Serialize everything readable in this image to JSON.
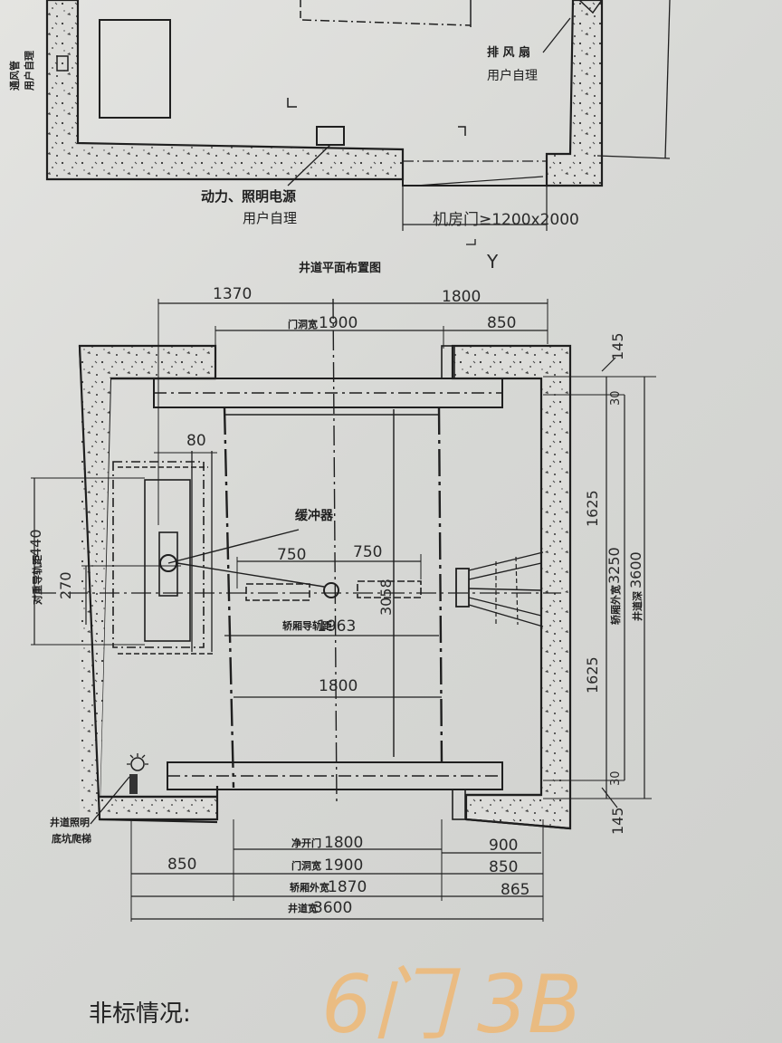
{
  "top_plan": {
    "exhaust_fan": "排 风 扇",
    "exhaust_fan_note": "用户自理",
    "left_note": "通风管",
    "left_note2": "用户自理",
    "power_supply": "动力、照明电源",
    "power_supply_note": "用户自理",
    "machine_room_door": "机房门≥1200x2000",
    "y_marker": "Y"
  },
  "hoistway_plan": {
    "title": "井道平面布置图",
    "dims_top": {
      "left": "1370",
      "right": "1800",
      "door_opening_label": "门洞宽",
      "door_opening": "1900",
      "door_right": "850"
    },
    "dims_right": {
      "offset_top": "145",
      "gap_top": "30",
      "upper": "1625",
      "car_outer_label": "轿厢外宽",
      "car_outer": "3250",
      "hoistway_depth_label": "井道深",
      "hoistway_depth": "3600",
      "lower": "1625",
      "gap_bottom": "30",
      "offset_bottom": "145"
    },
    "dims_left": {
      "cw_rail_label": "对重导轨距",
      "cw_rail": "440",
      "offset_270": "270",
      "bracket": "80"
    },
    "buffer_label": "缓冲器",
    "dims_inner": {
      "left_750": "750",
      "right_750": "750",
      "depth_3058": "3058",
      "car_rail_label": "轿厢导轨距",
      "car_rail": "1963",
      "width_1800": "1800"
    },
    "lighting_label": "井道照明",
    "pit_ladder_label": "底坑爬梯",
    "dims_bottom": {
      "clear_open_label": "净开门",
      "clear_open": "1800",
      "clear_open_right": "900",
      "door_width_label": "门洞宽",
      "door_width": "1900",
      "left_850": "850",
      "right_850": "850",
      "car_outer_label": "轿厢外宽",
      "car_outer": "1870",
      "right_865": "865",
      "hoistway_width_label": "井道宽",
      "hoistway_width": "3600"
    }
  },
  "footer": {
    "nonstandard_label": "非标情况:",
    "handwritten": "6门 3B"
  }
}
